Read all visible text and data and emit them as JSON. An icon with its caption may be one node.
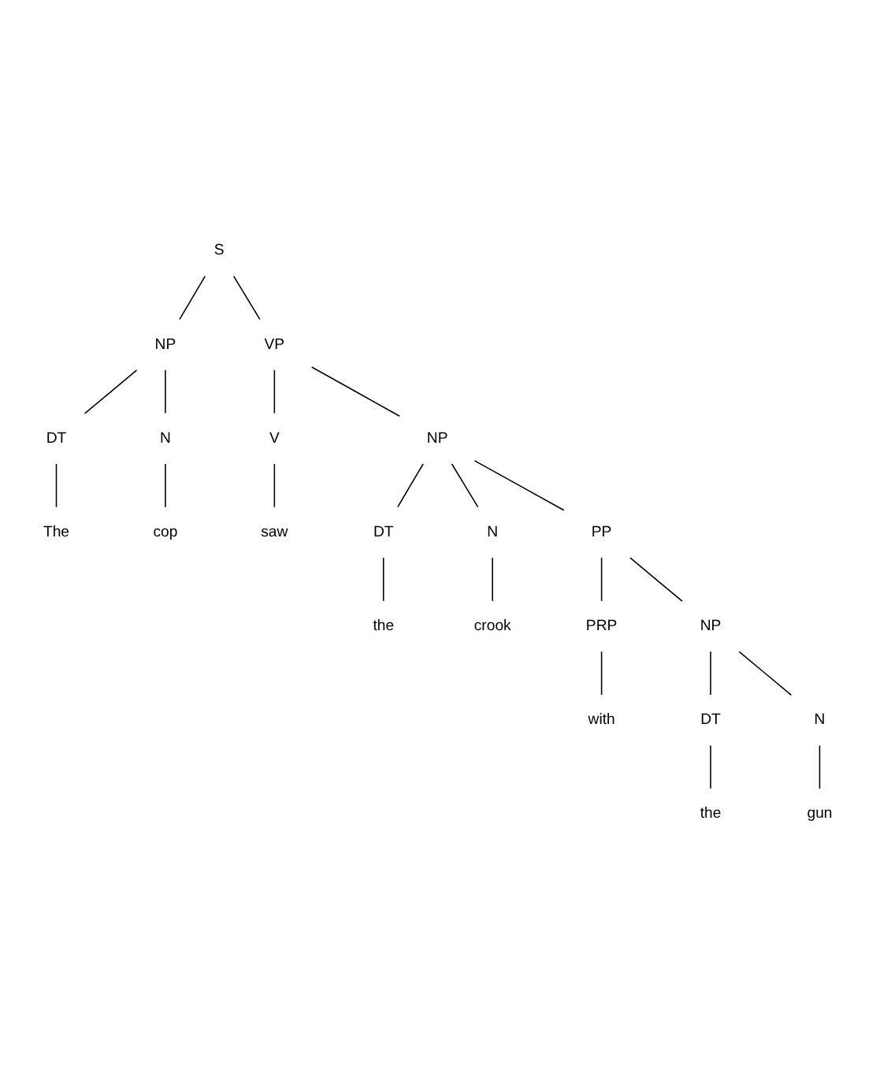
{
  "diagram": {
    "nodes": [
      {
        "text": [
          "S"
        ]
      },
      {
        "text": [
          "NP"
        ]
      },
      {
        "text": [
          "VP"
        ]
      },
      {
        "text": [
          "DT"
        ]
      },
      {
        "text": [
          "N"
        ]
      },
      {
        "text": [
          "V"
        ]
      },
      {
        "text": [
          "NP"
        ]
      },
      {
        "text": [
          "The"
        ]
      },
      {
        "text": [
          "cop"
        ]
      },
      {
        "text": [
          "saw"
        ]
      },
      {
        "text": [
          "DT"
        ]
      },
      {
        "text": [
          "N"
        ]
      },
      {
        "text": [
          "PP"
        ]
      },
      {
        "text": [
          "the"
        ]
      },
      {
        "text": [
          "crook"
        ]
      },
      {
        "text": [
          "PRP"
        ]
      },
      {
        "text": [
          "NP"
        ]
      },
      {
        "text": [
          "with"
        ]
      },
      {
        "text": [
          "DT"
        ]
      },
      {
        "text": [
          "N"
        ]
      },
      {
        "text": [
          "the"
        ]
      },
      {
        "text": [
          "gun"
        ]
      }
    ],
    "edges": [
      {
        "from": 0,
        "to": 1,
        "arrow": "none"
      },
      {
        "from": 0,
        "to": 2,
        "arrow": "none"
      },
      {
        "from": 1,
        "to": 3,
        "arrow": "none"
      },
      {
        "from": 1,
        "to": 4,
        "arrow": "none"
      },
      {
        "from": 2,
        "to": 5,
        "arrow": "none"
      },
      {
        "from": 2,
        "to": 6,
        "arrow": "none"
      },
      {
        "from": 3,
        "to": 7,
        "arrow": "none"
      },
      {
        "from": 4,
        "to": 8,
        "arrow": "none"
      },
      {
        "from": 5,
        "to": 9,
        "arrow": "none"
      },
      {
        "from": 6,
        "to": 10,
        "arrow": "none"
      },
      {
        "from": 6,
        "to": 11,
        "arrow": "none"
      },
      {
        "from": 6,
        "to": 12,
        "arrow": "none"
      },
      {
        "from": 10,
        "to": 13,
        "arrow": "none"
      },
      {
        "from": 11,
        "to": 14,
        "arrow": "none"
      },
      {
        "from": 12,
        "to": 15,
        "arrow": "none"
      },
      {
        "from": 12,
        "to": 16,
        "arrow": "none"
      },
      {
        "from": 15,
        "to": 17,
        "arrow": "none"
      },
      {
        "from": 16,
        "to": 18,
        "arrow": "none"
      },
      {
        "from": 16,
        "to": 19,
        "arrow": "none"
      },
      {
        "from": 18,
        "to": 20,
        "arrow": "none"
      },
      {
        "from": 19,
        "to": 21,
        "arrow": "none"
      }
    ]
  }
}
